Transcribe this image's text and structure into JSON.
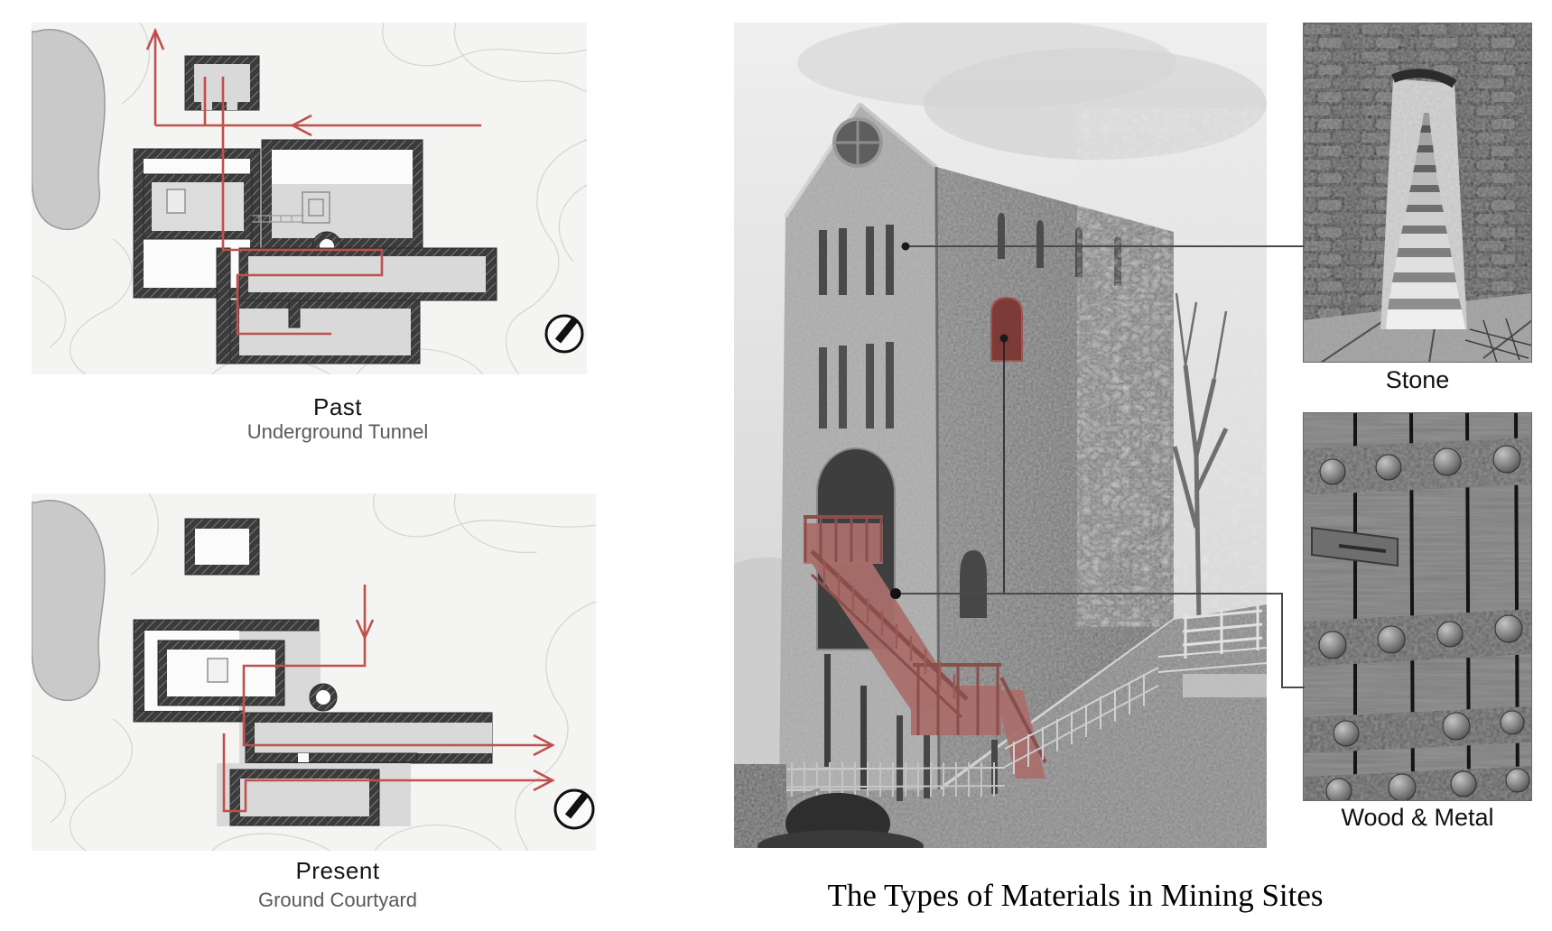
{
  "plans": {
    "past": {
      "title": "Past",
      "subtitle": "Underground Tunnel"
    },
    "present": {
      "title": "Present",
      "subtitle": "Ground Courtyard"
    }
  },
  "materials": {
    "stone_label": "Stone",
    "wood_metal_label": "Wood & Metal"
  },
  "caption": "The Types of Materials in Mining Sites",
  "colors": {
    "route_red": "#c0504d",
    "stair_highlight": "#a96f6a",
    "subtitle_gray": "#595959",
    "connector_line": "#4a4a4a",
    "plan_paper": "#f4f4f2",
    "wall_hatch": "#3b3b3b"
  },
  "icons": [
    "compass-icon",
    "callout-dot"
  ]
}
